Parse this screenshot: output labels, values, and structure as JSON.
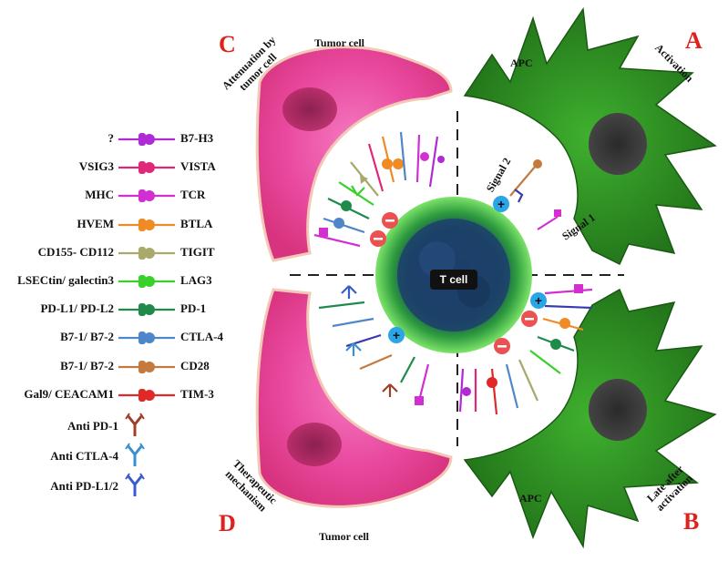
{
  "panels": {
    "A": {
      "letter": "A",
      "caption": "Activation",
      "cell": "APC"
    },
    "B": {
      "letter": "B",
      "caption_line1": "Late after",
      "caption_line2": "activation",
      "cell": "APC"
    },
    "C": {
      "letter": "C",
      "caption_line1": "Attenuation by",
      "caption_line2": "tumor cell",
      "cell": "Tumor cell"
    },
    "D": {
      "letter": "D",
      "caption_line1": "Therapeutic",
      "caption_line2": "mechanism",
      "cell": "Tumor cell"
    }
  },
  "center": {
    "label": "T cell"
  },
  "signals": {
    "signal1": "Signal 1",
    "signal2": "Signal 2"
  },
  "legend": [
    {
      "left": "?",
      "right": "B7-H3",
      "color": "#b02ad6"
    },
    {
      "left": "VSIG3",
      "right": "VISTA",
      "color": "#e0287a"
    },
    {
      "left": "MHC",
      "right": "TCR",
      "color": "#d12fd1"
    },
    {
      "left": "HVEM",
      "right": "BTLA",
      "color": "#f08a25"
    },
    {
      "left": "CD155- CD112",
      "right": "TIGIT",
      "color": "#a8a96a"
    },
    {
      "left": "LSECtin/ galectin3",
      "right": "LAG3",
      "color": "#37d12a"
    },
    {
      "left": "PD-L1/ PD-L2",
      "right": "PD-1",
      "color": "#1f8a4a"
    },
    {
      "left": "B7-1/ B7-2",
      "right": "CTLA-4",
      "color": "#4f86c9"
    },
    {
      "left": "B7-1/ B7-2",
      "right": "CD28",
      "color": "#c47a3f"
    },
    {
      "left": "Gal9/ CEACAM1",
      "right": "TIM-3",
      "color": "#e02828"
    }
  ],
  "antibodies": [
    {
      "label": "Anti PD-1",
      "color": "#a0402a",
      "icon": "antibody-icon"
    },
    {
      "label": "Anti CTLA-4",
      "color": "#3a8fd0",
      "icon": "antibody-icon"
    },
    {
      "label": "Anti PD-L1/2",
      "color": "#3a5ad0",
      "icon": "antibody-icon"
    }
  ],
  "colors": {
    "letters": "#e0201b",
    "tumor": "#ec4fa9",
    "apc": "#2f9a24",
    "tcell": "#1a5a3a",
    "plus": "#2aa6e8",
    "minus": "#ec5050"
  }
}
